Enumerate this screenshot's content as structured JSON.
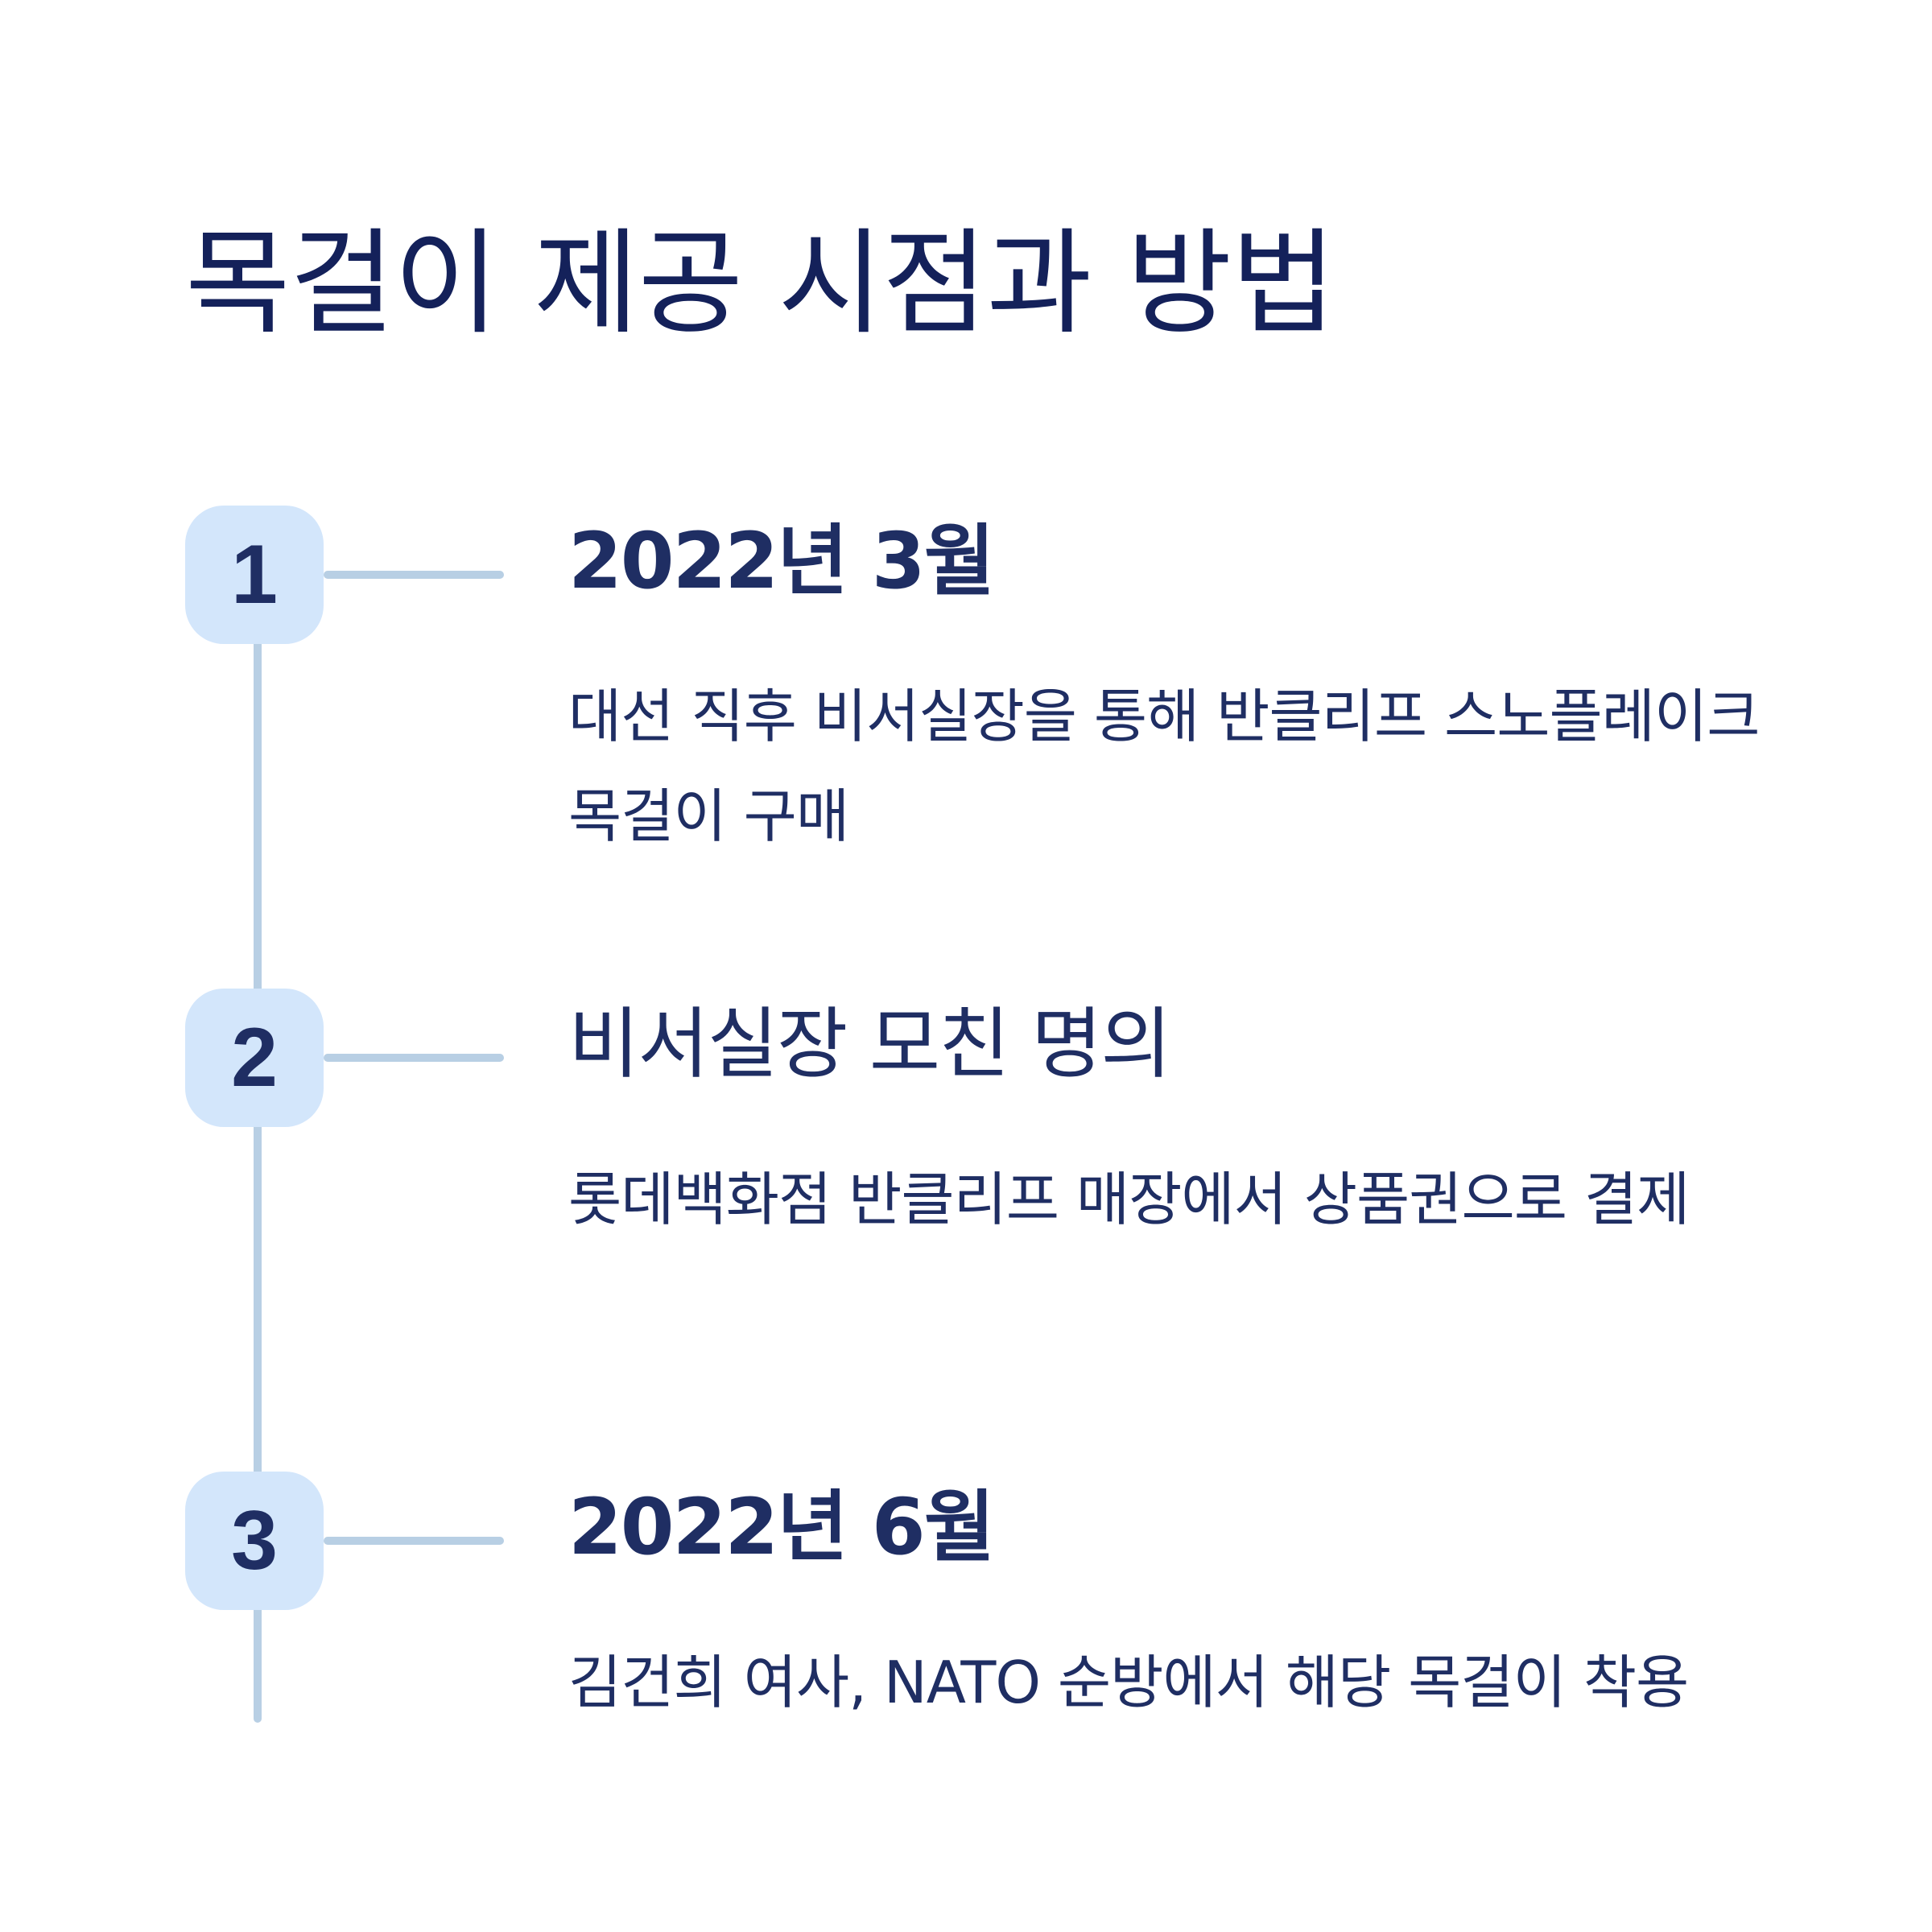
{
  "title": "목걸이 제공 시점과 방법",
  "steps": [
    {
      "number": "1",
      "heading": "2022년 3월",
      "description": "대선 직후 비서실장을 통해 반클리프 스노플레이크 목걸이 구매"
    },
    {
      "number": "2",
      "heading": "비서실장 모친 명의",
      "description": "롯데백화점 반클리프 매장에서 상품권으로 결제"
    },
    {
      "number": "3",
      "heading": "2022년 6월",
      "description": "김건희 여사, NATO 순방에서 해당 목걸이 착용"
    }
  ],
  "colors": {
    "title": "#14215a",
    "text": "#1f2e63",
    "badge_bg": "#d3e6fb",
    "line": "#b8cfe4"
  }
}
